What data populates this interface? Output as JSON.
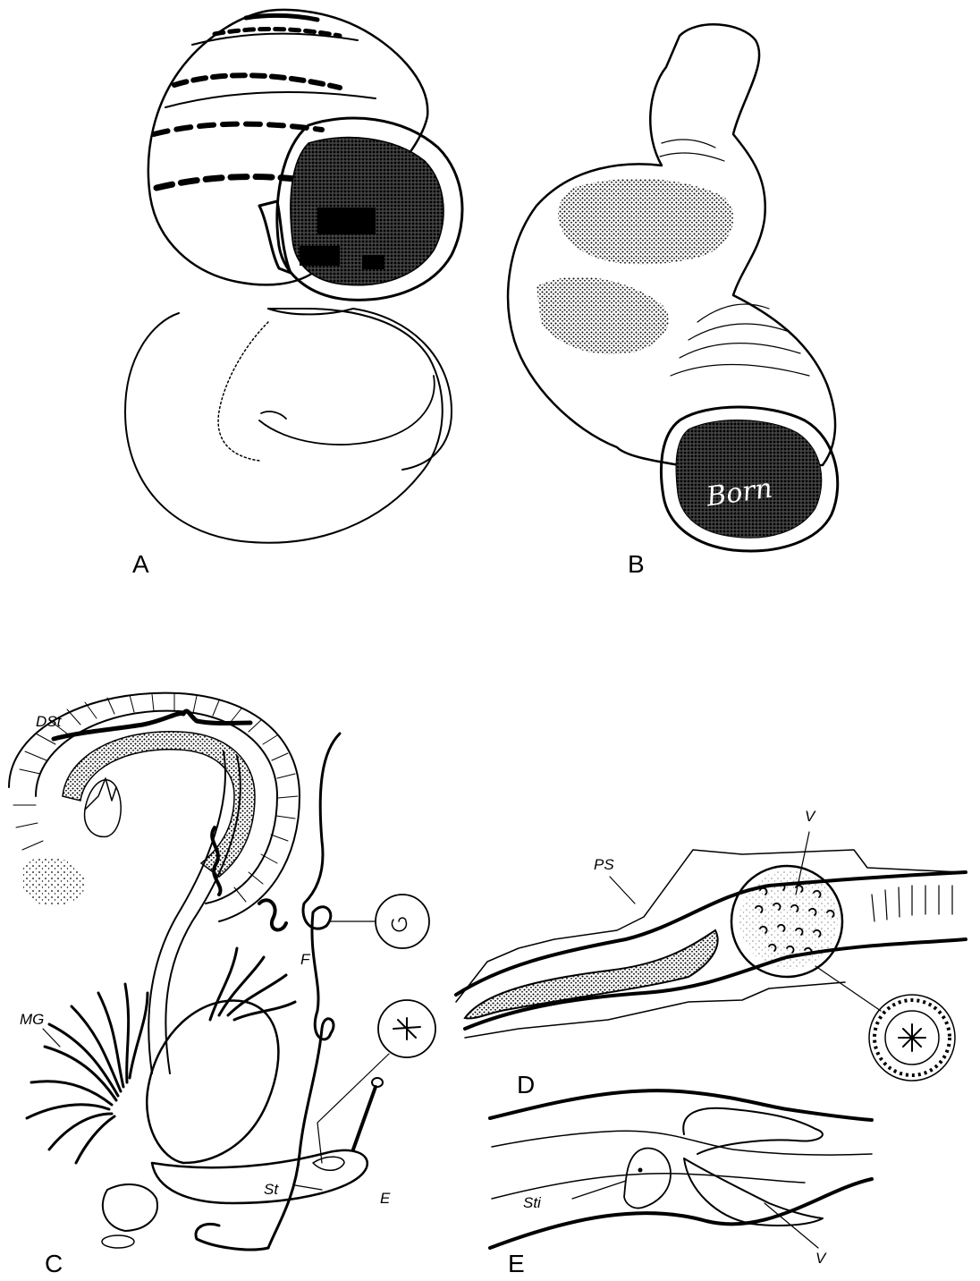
{
  "figure": {
    "panels": [
      {
        "id": "A",
        "label": "A"
      },
      {
        "id": "B",
        "label": "B",
        "inscription": "Born"
      },
      {
        "id": "C",
        "label": "C",
        "callouts": [
          "DSt",
          "MG",
          "F",
          "St",
          "E"
        ]
      },
      {
        "id": "D",
        "label": "D",
        "callouts": [
          "PS",
          "V"
        ]
      },
      {
        "id": "E",
        "label": "E",
        "callouts": [
          "Sti",
          "V"
        ]
      }
    ]
  },
  "colors": {
    "ink": "#000000",
    "paper": "#ffffff",
    "stipple": "#1a1a1a"
  }
}
